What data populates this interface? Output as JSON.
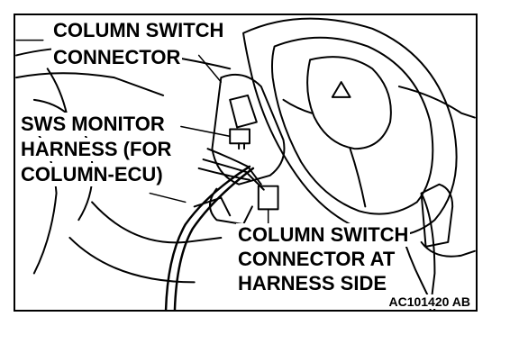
{
  "labels": {
    "column_switch_connector_line1": "COLUMN SWITCH",
    "column_switch_connector_line2": "CONNECTOR",
    "sws_monitor_line1": "SWS MONITOR",
    "sws_monitor_line2": "HARNESS (FOR",
    "sws_monitor_line3": "COLUMN-ECU)",
    "harness_side_line1": "COLUMN SWITCH",
    "harness_side_line2": "CONNECTOR AT",
    "harness_side_line3": "HARNESS SIDE"
  },
  "figure_code": "AC101420 AB"
}
